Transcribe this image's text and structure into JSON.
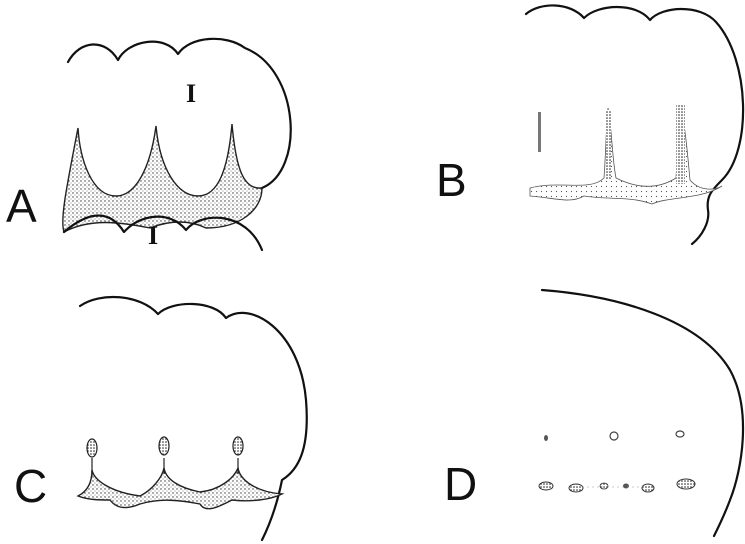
{
  "panels": [
    {
      "letter": "A",
      "label_upper": "I",
      "label_lower": "I"
    },
    {
      "letter": "B"
    },
    {
      "letter": "C"
    },
    {
      "letter": "D"
    }
  ],
  "colors": {
    "ink": "#111111",
    "background": "#ffffff"
  }
}
